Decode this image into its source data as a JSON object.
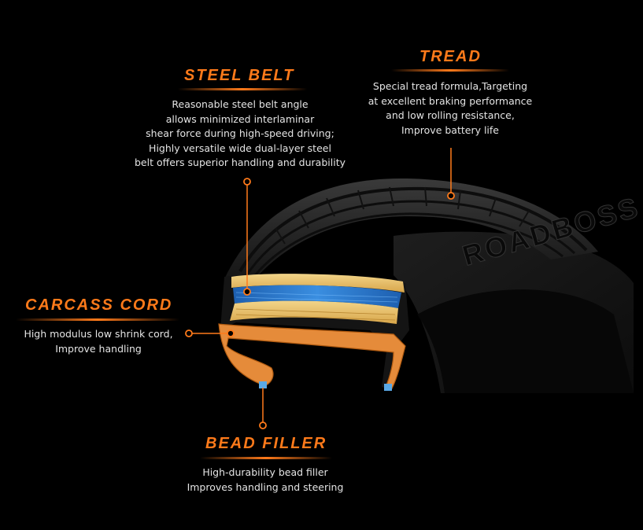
{
  "brand": "ROADBOSS",
  "colors": {
    "accent": "#ff7a1a",
    "background": "#000000",
    "text": "#e4e4e4"
  },
  "labels": {
    "tread": {
      "title": "TREAD",
      "lines": [
        "Special tread formula,Targeting",
        "at excellent braking performance",
        "and low rolling resistance,",
        "Improve battery life"
      ]
    },
    "steel_belt": {
      "title": "STEEL BELT",
      "lines": [
        "Reasonable steel belt angle",
        "allows minimized interlaminar",
        "shear force during high-speed driving;",
        "Highly versatile wide dual-layer steel",
        "belt offers superior handling and durability"
      ]
    },
    "carcass_cord": {
      "title": "CARCASS CORD",
      "lines": [
        "High modulus low shrink cord,",
        "Improve handling"
      ]
    },
    "bead_filler": {
      "title": "BEAD FILLER",
      "lines": [
        "High-durability bead filler",
        "Improves handling and steering"
      ]
    }
  }
}
